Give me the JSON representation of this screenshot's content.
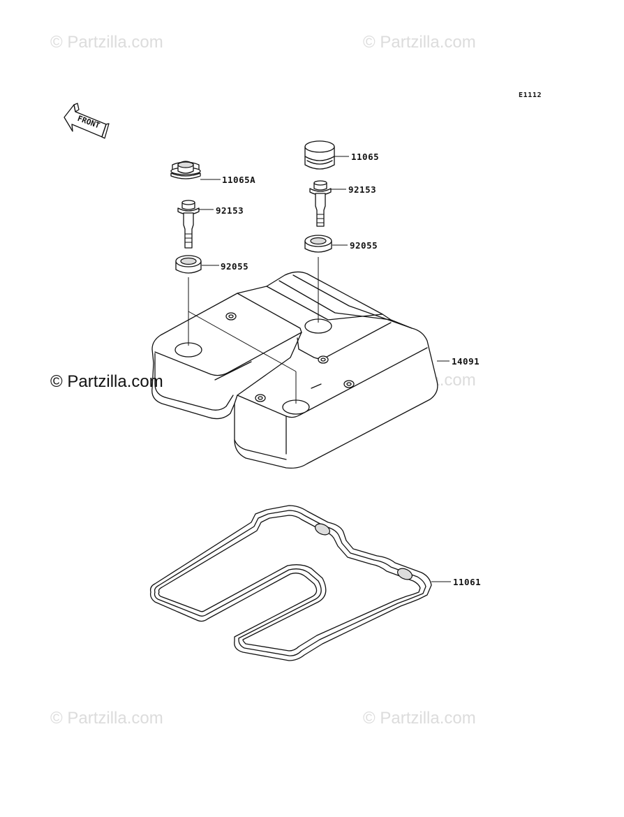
{
  "watermarks": {
    "top_left": "© Partzilla.com",
    "top_right": "© Partzilla.com",
    "middle_left": "© Partzilla.com",
    "middle_right": "© Partzilla.com",
    "bottom_left": "© Partzilla.com",
    "bottom_right": "© Partzilla.com"
  },
  "diagram_code": "E1112",
  "front_arrow_label": "FRONT",
  "callouts": {
    "cap_left": "11065A",
    "bolt_left": "92153",
    "washer_left": "92055",
    "cap_right": "11065",
    "bolt_right": "92153",
    "washer_right": "92055",
    "cover": "14091",
    "gasket": "11061"
  }
}
